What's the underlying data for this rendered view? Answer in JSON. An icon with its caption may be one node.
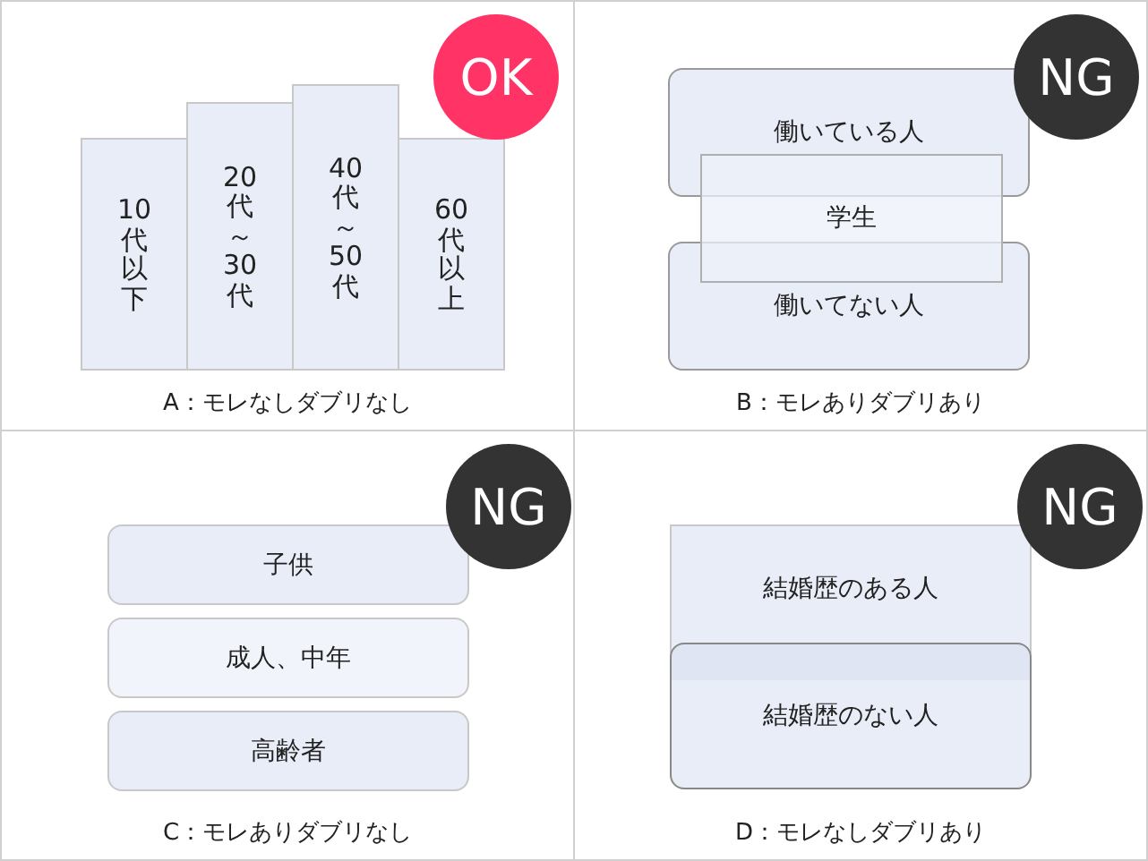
{
  "diagram": {
    "nodes": [
      {
        "text": [
          "A：モレなしダブリなし"
        ]
      },
      {
        "text": [
          "10代以下"
        ],
        "in": 0
      },
      {
        "text": [
          "20代～30代"
        ],
        "in": 0
      },
      {
        "text": [
          "40代～50代"
        ],
        "in": 0
      },
      {
        "text": [
          "60代以上"
        ],
        "in": 0
      },
      {
        "text": [
          "OK"
        ],
        "in": 0
      },
      {
        "text": [
          "B：モレありダブリあり"
        ]
      },
      {
        "text": [
          "働いている人"
        ],
        "in": 6
      },
      {
        "text": [
          "学生"
        ],
        "in": 6
      },
      {
        "text": [
          "働いてない人"
        ],
        "in": 6
      },
      {
        "text": [
          "NG"
        ],
        "in": 6
      },
      {
        "text": [
          "C：モレありダブリなし"
        ]
      },
      {
        "text": [
          "子供"
        ],
        "in": 11
      },
      {
        "text": [
          "成人、中年"
        ],
        "in": 11
      },
      {
        "text": [
          "高齢者"
        ],
        "in": 11
      },
      {
        "text": [
          "NG"
        ],
        "in": 11
      },
      {
        "text": [
          "D：モレなしダブリあり"
        ]
      },
      {
        "text": [
          "結婚歴のある人"
        ],
        "in": 16
      },
      {
        "text": [
          "結婚歴のない人"
        ],
        "in": 16
      },
      {
        "text": [
          "NG"
        ],
        "in": 16
      }
    ]
  }
}
